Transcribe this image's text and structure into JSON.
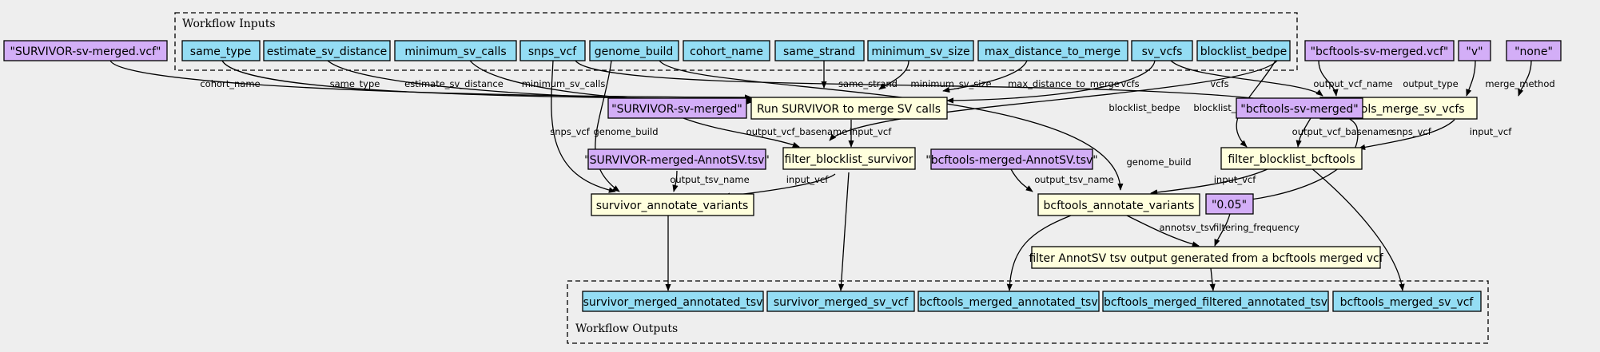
{
  "clusters": {
    "inputs": "Workflow Inputs",
    "outputs": "Workflow Outputs"
  },
  "colors": {
    "input": "#94ddf4",
    "constant": "#d3aef7",
    "step": "#ffffdd",
    "output": "#94ddf4",
    "background": "#eeeeee"
  },
  "nodes": {
    "c_survivor_vcf": "\"SURVIVOR-sv-merged.vcf\"",
    "same_type": "same_type",
    "estimate_sv_distance": "estimate_sv_distance",
    "minimum_sv_calls": "minimum_sv_calls",
    "snps_vcf": "snps_vcf",
    "genome_build": "genome_build",
    "cohort_name": "cohort_name",
    "same_strand": "same_strand",
    "minimum_sv_size": "minimum_sv_size",
    "max_distance_to_merge": "max_distance_to_merge",
    "sv_vcfs": "sv_vcfs",
    "blocklist_bedpe": "blocklist_bedpe",
    "c_bcftools_vcf": "\"bcftools-sv-merged.vcf\"",
    "c_v": "\"v\"",
    "c_none": "\"none\"",
    "run_survivor": "Run SURVIVOR to merge SV calls",
    "bcftools_merge": "bcftools_merge_sv_vcfs",
    "c_survivor_base": "\"SURVIVOR-sv-merged\"",
    "c_bcftools_base": "\"bcftools-sv-merged\"",
    "filter_survivor": "filter_blocklist_survivor",
    "filter_bcftools": "filter_blocklist_bcftools",
    "c_survivor_tsv": "\"SURVIVOR-merged-AnnotSV.tsv\"",
    "c_bcftools_tsv": "\"bcftools-merged-AnnotSV.tsv\"",
    "survivor_annotate": "survivor_annotate_variants",
    "bcftools_annotate": "bcftools_annotate_variants",
    "c_freq": "\"0.05\"",
    "filter_annotsv": "filter AnnotSV tsv output generated from a bcftools merged vcf",
    "out_survivor_tsv": "survivor_merged_annotated_tsv",
    "out_survivor_vcf": "survivor_merged_sv_vcf",
    "out_bcftools_tsv": "bcftools_merged_annotated_tsv",
    "out_bcftools_filtered": "bcftools_merged_filtered_annotated_tsv",
    "out_bcftools_vcf": "bcftools_merged_sv_vcf"
  },
  "edge_labels": {
    "cohort_name": "cohort_name",
    "same_type": "same_type",
    "estimate_sv_distance": "estimate_sv_distance",
    "minimum_sv_calls": "minimum_sv_calls",
    "same_strand": "same_strand",
    "minimum_sv_size": "minimum_sv_size",
    "max_distance_to_merge": "max_distance_to_merge",
    "vcfs_1": "vcfs",
    "vcfs_2": "vcfs",
    "output_vcf_name": "output_vcf_name",
    "output_type": "output_type",
    "merge_method": "merge_method",
    "blocklist_bedpe_1": "blocklist_bedpe",
    "blocklist_bedpe_2": "blocklist_bedpe",
    "output_vcf_basename_1": "output_vcf_basename",
    "input_vcf_1": "input_vcf",
    "output_vcf_basename_2": "output_vcf_basename",
    "snps_vcf_1": "snps_vcf",
    "input_vcf_2": "input_vcf",
    "snps_vcf_2": "snps_vcf",
    "genome_build_1": "genome_build",
    "genome_build_2": "genome_build",
    "output_tsv_name_1": "output_tsv_name",
    "input_vcf_3": "input_vcf",
    "output_tsv_name_2": "output_tsv_name",
    "input_vcf_4": "input_vcf",
    "annotsv_tsv": "annotsv_tsv",
    "filtering_frequency": "filtering_frequency"
  }
}
